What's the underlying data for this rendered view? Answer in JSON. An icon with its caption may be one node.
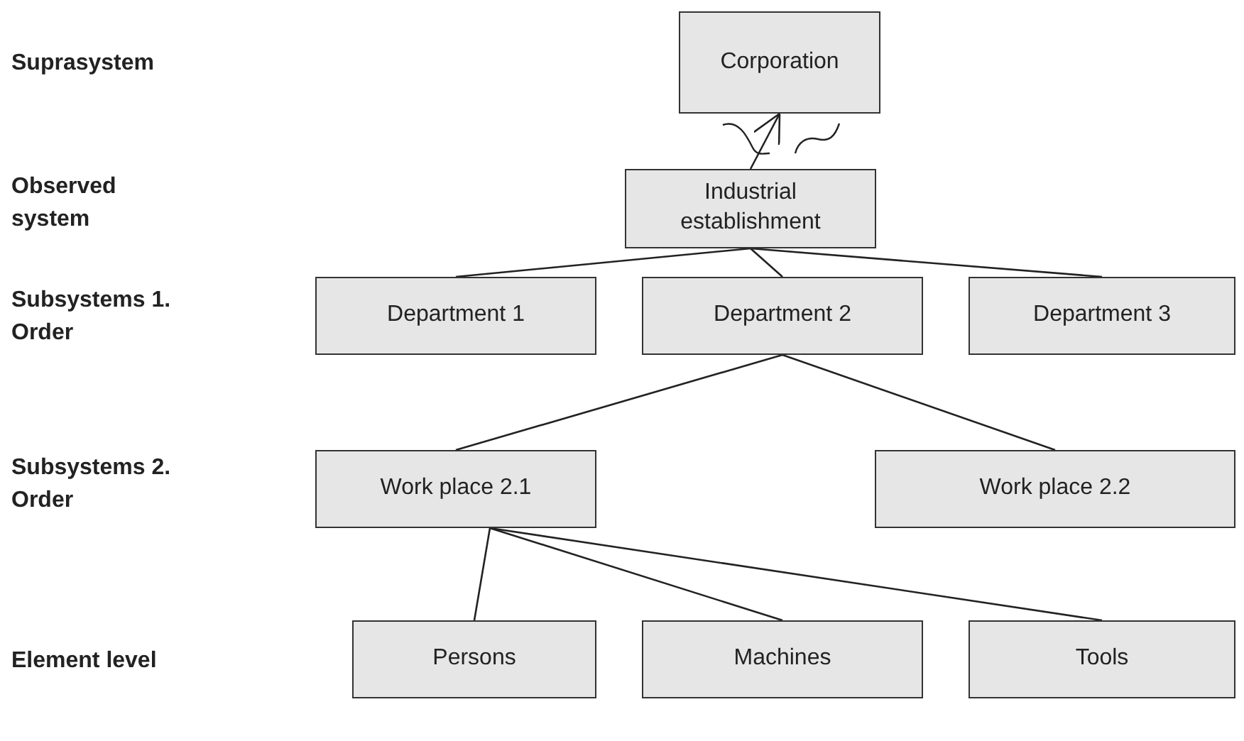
{
  "diagram": {
    "nodes": [
      {
        "text": [
          "Corporation"
        ]
      },
      {
        "text": [
          "Industrial establishment"
        ]
      },
      {
        "text": [
          "Department 1"
        ]
      },
      {
        "text": [
          "Department 2"
        ]
      },
      {
        "text": [
          "Department 3"
        ]
      },
      {
        "text": [
          "Work place 2.1"
        ]
      },
      {
        "text": [
          "Work place 2.2"
        ]
      },
      {
        "text": [
          "Persons"
        ]
      },
      {
        "text": [
          "Machines"
        ]
      },
      {
        "text": [
          "Tools"
        ]
      }
    ],
    "edges": [
      {
        "from": 1,
        "to": 0,
        "arrow": "to"
      },
      {
        "from": 1,
        "to": 2,
        "arrow": "none"
      },
      {
        "from": 1,
        "to": 3,
        "arrow": "none"
      },
      {
        "from": 1,
        "to": 4,
        "arrow": "none"
      },
      {
        "from": 3,
        "to": 5,
        "arrow": "none"
      },
      {
        "from": 3,
        "to": 6,
        "arrow": "none"
      },
      {
        "from": 5,
        "to": 7,
        "arrow": "none"
      },
      {
        "from": 5,
        "to": 8,
        "arrow": "none"
      },
      {
        "from": 5,
        "to": 9,
        "arrow": "none"
      }
    ],
    "labels": [
      "Suprasystem",
      "Observed system",
      "Subsystems 1. Order",
      "Subsystems 2. Order",
      "Element level"
    ]
  }
}
